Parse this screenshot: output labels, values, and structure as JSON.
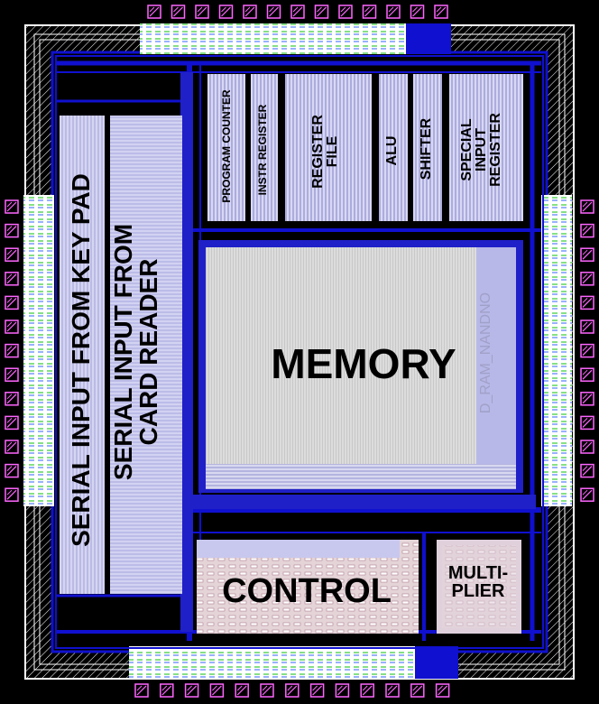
{
  "colors": {
    "background": "#000000",
    "wire_blue": "#1010d0",
    "block_fill": "#c8c8f0",
    "pad_pink": "#ff66ff",
    "ring_white": "#ffffff",
    "via_green": "#33cc33",
    "text": "#000000"
  },
  "blocks": {
    "program_counter": "PROGRAM COUNTER",
    "instr_register": "INSTR REGISTER",
    "register_file": [
      "REGISTER",
      "FILE"
    ],
    "alu": "ALU",
    "shifter": "SHIFTER",
    "special_input_register": [
      "SPECIAL",
      "INPUT",
      "REGISTER"
    ],
    "memory": "MEMORY",
    "memory_cell_name": "D_RAM_NANDNO",
    "serial_keypad": "SERIAL INPUT FROM KEY PAD",
    "serial_card_reader": [
      "SERIAL INPUT FROM",
      "CARD READER"
    ],
    "control": "CONTROL",
    "multiplier": [
      "MULTI-",
      "PLIER"
    ]
  },
  "pads": {
    "top_count": 13,
    "bottom_count": 13,
    "left_count": 13,
    "right_count": 13,
    "icon": "pad-cross-icon"
  }
}
